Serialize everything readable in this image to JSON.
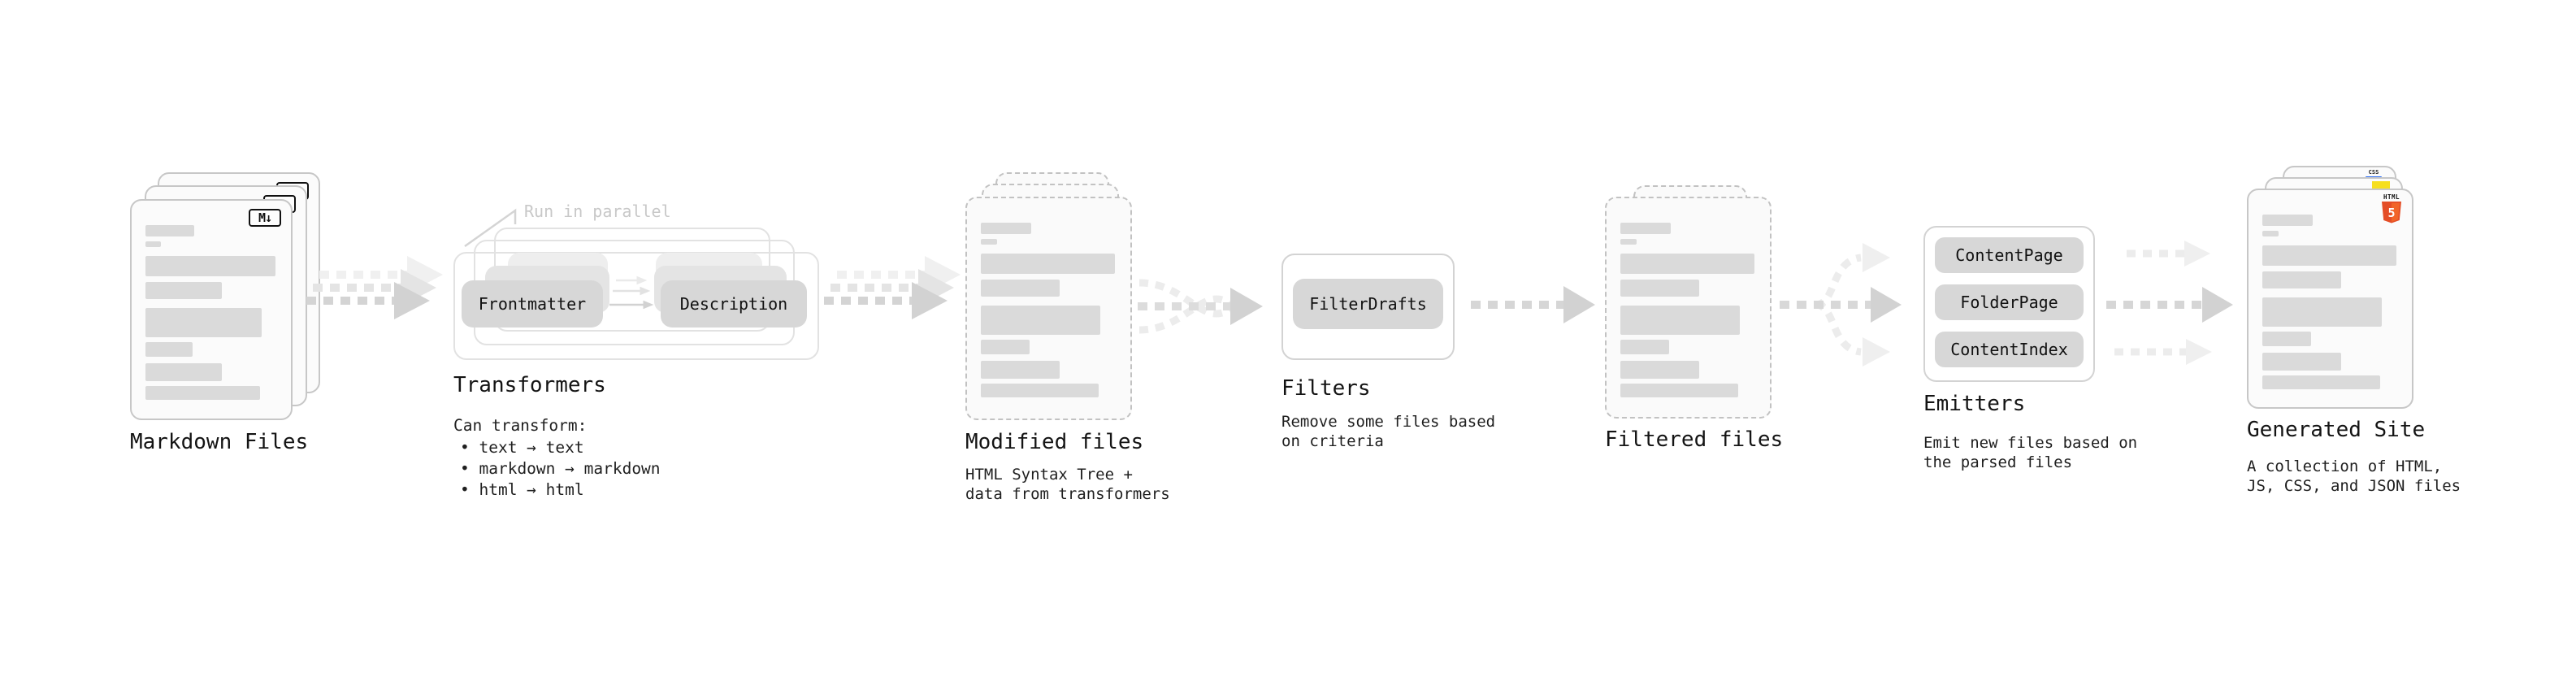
{
  "palette": {
    "arrow_dark": "#d2d2d2",
    "arrow_light": "#ececec",
    "card_border": "#c7c7c7",
    "chip_bg": "#d7d7d7",
    "html5_orange": "#e44d26",
    "js_yellow": "#f6df1f",
    "css_blue": "#2d6ff5"
  },
  "stages": {
    "markdown_files": {
      "title": "Markdown Files",
      "badge": "M↓"
    },
    "transformers": {
      "title": "Transformers",
      "parallel_note": "Run in parallel",
      "chips": [
        "Frontmatter",
        "Description"
      ],
      "caption_heading": "Can transform:",
      "bullets": [
        "• text → text",
        "• markdown → markdown",
        "• html → html"
      ]
    },
    "modified_files": {
      "title": "Modified files",
      "caption_lines": [
        "HTML Syntax Tree +",
        "data from transformers"
      ]
    },
    "filters": {
      "title": "Filters",
      "chips": [
        "FilterDrafts"
      ],
      "caption_lines": [
        "Remove some files based",
        "on criteria"
      ]
    },
    "filtered_files": {
      "title": "Filtered files"
    },
    "emitters": {
      "title": "Emitters",
      "chips": [
        "ContentPage",
        "FolderPage",
        "ContentIndex"
      ],
      "caption_lines": [
        "Emit new files based on",
        "the parsed files"
      ]
    },
    "generated_site": {
      "title": "Generated Site",
      "caption_lines": [
        "A collection of HTML,",
        "JS, CSS, and JSON files"
      ],
      "file_badges": {
        "html_label": "HTML",
        "html_number": "5",
        "css_label": "CSS"
      }
    }
  }
}
